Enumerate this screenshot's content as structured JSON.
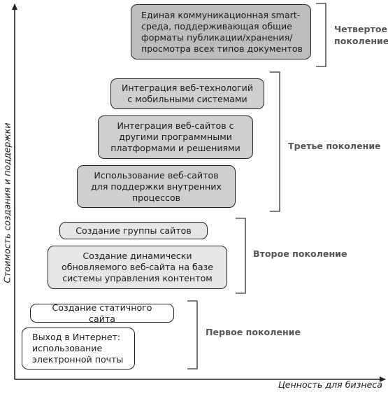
{
  "axes": {
    "y_label": "Стоимость создания и поддержки",
    "x_label": "Ценность для бизнеса"
  },
  "generations": [
    {
      "label": "Первое поколение",
      "items": [
        "Создание статичного сайта",
        "Выход в Интернет: использование электронной почты"
      ]
    },
    {
      "label": "Второе поколение",
      "items": [
        "Создание группы сайтов",
        "Создание динамически обновляемого веб-сайта на базе системы управления контентом"
      ]
    },
    {
      "label": "Третье поколение",
      "items": [
        "Интеграция веб-технологий с мобильными системами",
        "Интеграция веб-сайтов с другими программными платформами и решениями",
        "Использование веб-сайтов для поддержки внутренних процессов"
      ]
    },
    {
      "label": "Четвертое поколение",
      "items": [
        "Единая коммуникационная smart-среда, поддерживающая общие форматы публикации/хранения/просмотра всех типов документов"
      ]
    }
  ]
}
